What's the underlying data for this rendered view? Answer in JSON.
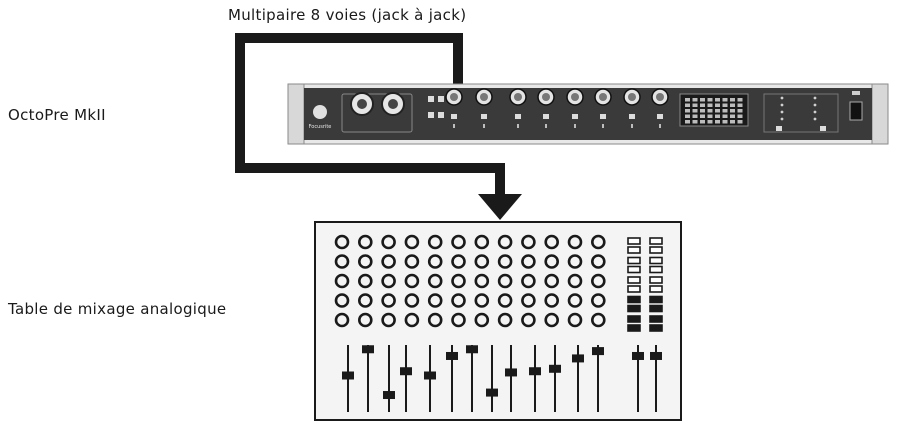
{
  "labels": {
    "cable": "Multipaire 8 voies (jack à jack)",
    "device": "OctoPre MkII",
    "mixer": "Table de mixage analogique"
  },
  "device": {
    "logo_text": "Focusrite"
  },
  "mixer": {
    "knob_rows": 5,
    "knob_columns": 12,
    "fader_levels": [
      0.5,
      0.07,
      0.82,
      0.43,
      0.5,
      0.18,
      0.07,
      0.78,
      0.45,
      0.43,
      0.39,
      0.22,
      0.1,
      0.18,
      0.18
    ]
  },
  "colors": {
    "ink": "#1a1a1a",
    "panel": "#3a3a3a",
    "mixer_bg": "#f4f4f4"
  }
}
